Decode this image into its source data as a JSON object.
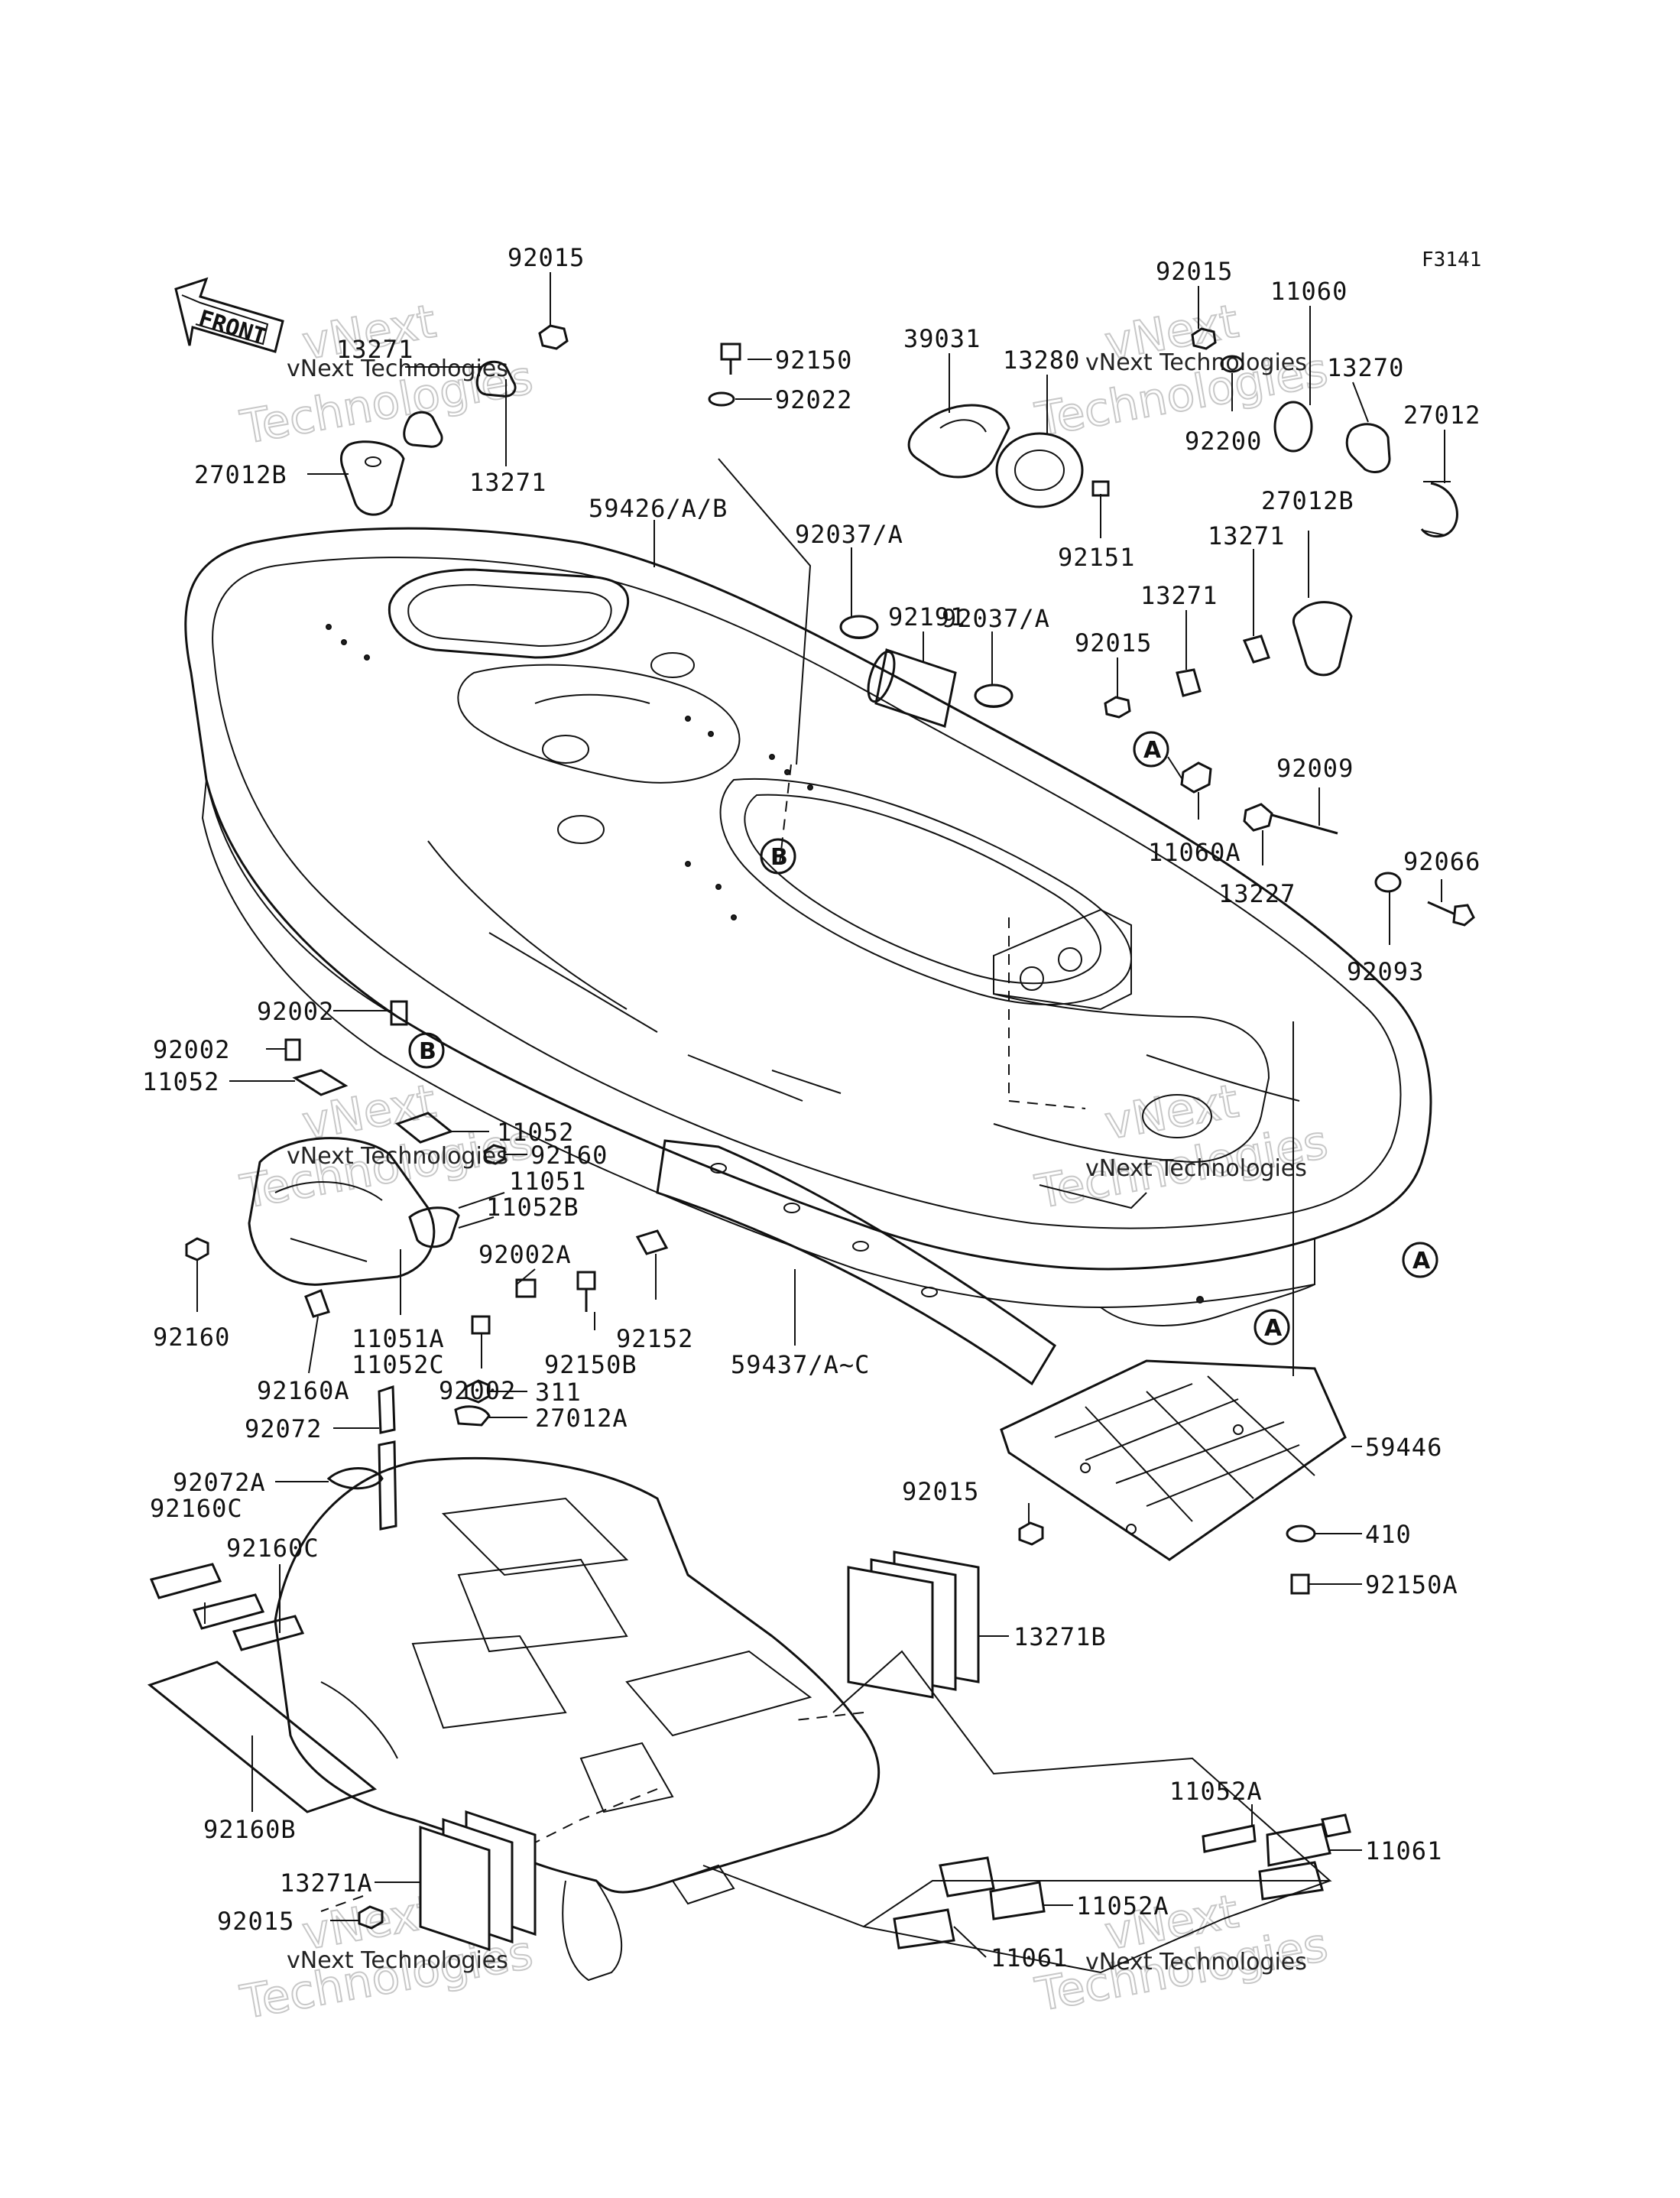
{
  "figure": {
    "code": "F3141",
    "front_label": "FRONT"
  },
  "watermark": {
    "company": "vNext Technologies",
    "big_word": "Technologies",
    "small_word": "vNext"
  },
  "ref_markers": {
    "a": "A",
    "b": "B"
  },
  "labels": {
    "p92015_top": "92015",
    "p13271_tl1": "13271",
    "p13271_tl2": "13271",
    "p27012b_tl": "27012B",
    "p92150": "92150",
    "p92022": "92022",
    "p59426": "59426/A/B",
    "p39031": "39031",
    "p13280": "13280",
    "p92015_tr": "92015",
    "p11060": "11060",
    "p13270": "13270",
    "p27012": "27012",
    "p92200": "92200",
    "p92151": "92151",
    "p27012b_r": "27012B",
    "p13271_r1": "13271",
    "p13271_r2": "13271",
    "p92037a_1": "92037/A",
    "p92191": "92191",
    "p92037a_2": "92037/A",
    "p92015_mid": "92015",
    "p92009": "92009",
    "p11060a": "11060A",
    "p13227": "13227",
    "p92066": "92066",
    "p92093": "92093",
    "p92002_a": "92002",
    "p92002_b": "92002",
    "p11052_l": "11052",
    "p11052_m": "11052",
    "p92160_m": "92160",
    "p11051": "11051",
    "p11052b": "11052B",
    "p92002a": "92002A",
    "p92160_l": "92160",
    "p11051a": "11051A",
    "p11052c": "11052C",
    "p92152": "92152",
    "p92150b": "92150B",
    "p59437": "59437/A~C",
    "p92002_c": "92002",
    "p92160a": "92160A",
    "p311": "311",
    "p92072": "92072",
    "p27012a": "27012A",
    "p92072a": "92072A",
    "p92160c_1": "92160C",
    "p92160c_2": "92160C",
    "p59446": "59446",
    "p92015_low": "92015",
    "p410": "410",
    "p92150a": "92150A",
    "p13271b": "13271B",
    "p11052a_r": "11052A",
    "p11061_r": "11061",
    "p92160b": "92160B",
    "p13271a": "13271A",
    "p11052a_b": "11052A",
    "p92015_bl": "92015",
    "p11061_b": "11061"
  }
}
